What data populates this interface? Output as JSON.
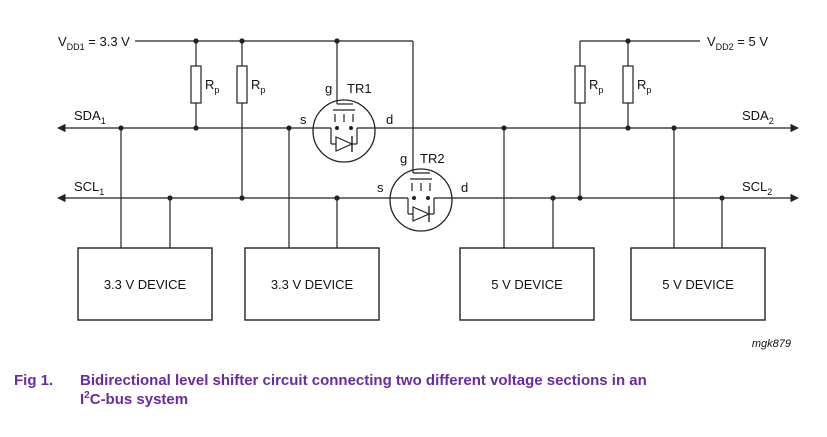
{
  "figure": {
    "rails": {
      "vdd1": {
        "main": "V",
        "sub": "DD1",
        "tail": " = 3.3 V"
      },
      "vdd2": {
        "main": "V",
        "sub": "DD2",
        "tail": " = 5 V"
      }
    },
    "resistor": {
      "main": "R",
      "sub": "p"
    },
    "buses": {
      "sda1": {
        "main": "SDA",
        "sub": "1"
      },
      "sda2": {
        "main": "SDA",
        "sub": "2"
      },
      "scl1": {
        "main": "SCL",
        "sub": "1"
      },
      "scl2": {
        "main": "SCL",
        "sub": "2"
      }
    },
    "transistors": [
      {
        "name": "TR1",
        "gate": "g",
        "source": "s",
        "drain": "d"
      },
      {
        "name": "TR2",
        "gate": "g",
        "source": "s",
        "drain": "d"
      }
    ],
    "devices": [
      "3.3 V DEVICE",
      "3.3 V DEVICE",
      "5 V DEVICE",
      "5 V DEVICE"
    ],
    "reference": "mgk879",
    "caption": {
      "number": "Fig 1.",
      "line1": "Bidirectional level shifter circuit connecting two different voltage sections in an",
      "line2_prefix": "I",
      "line2_sup": "2",
      "line2_rest": "C-bus system"
    },
    "colors": {
      "caption": "#6a2aa0",
      "lines": "#222222"
    }
  }
}
